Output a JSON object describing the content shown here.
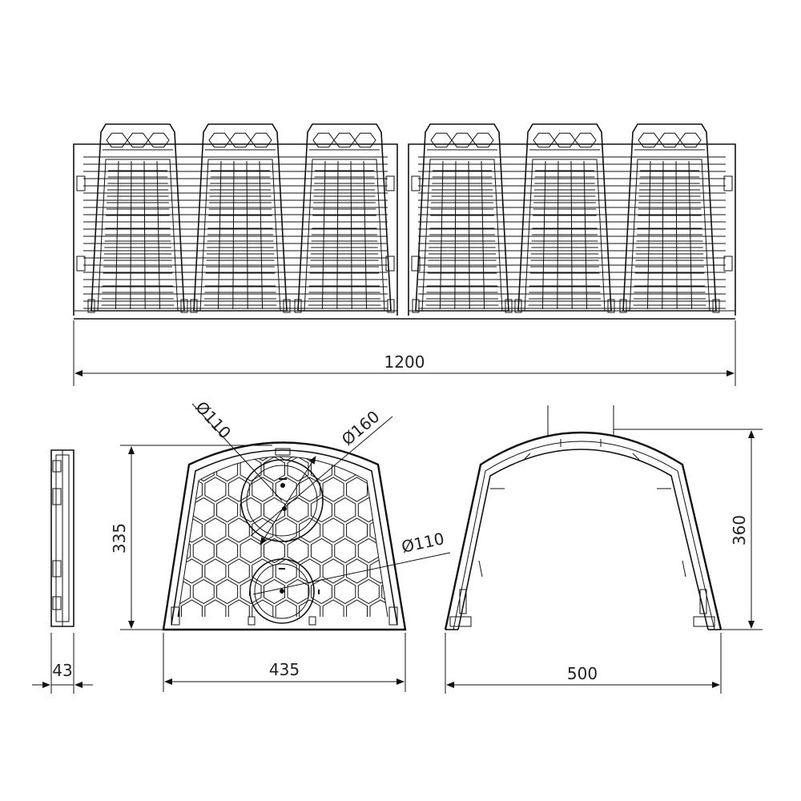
{
  "dimensions": {
    "length": "1200",
    "width_front": "435",
    "width_side": "500",
    "height_front": "335",
    "height_side": "360",
    "thickness": "43",
    "pipe_top_small": "Ø110",
    "pipe_top_large": "Ø160",
    "pipe_bottom": "Ø110"
  },
  "colors": {
    "line": "#111111",
    "background": "#ffffff"
  }
}
